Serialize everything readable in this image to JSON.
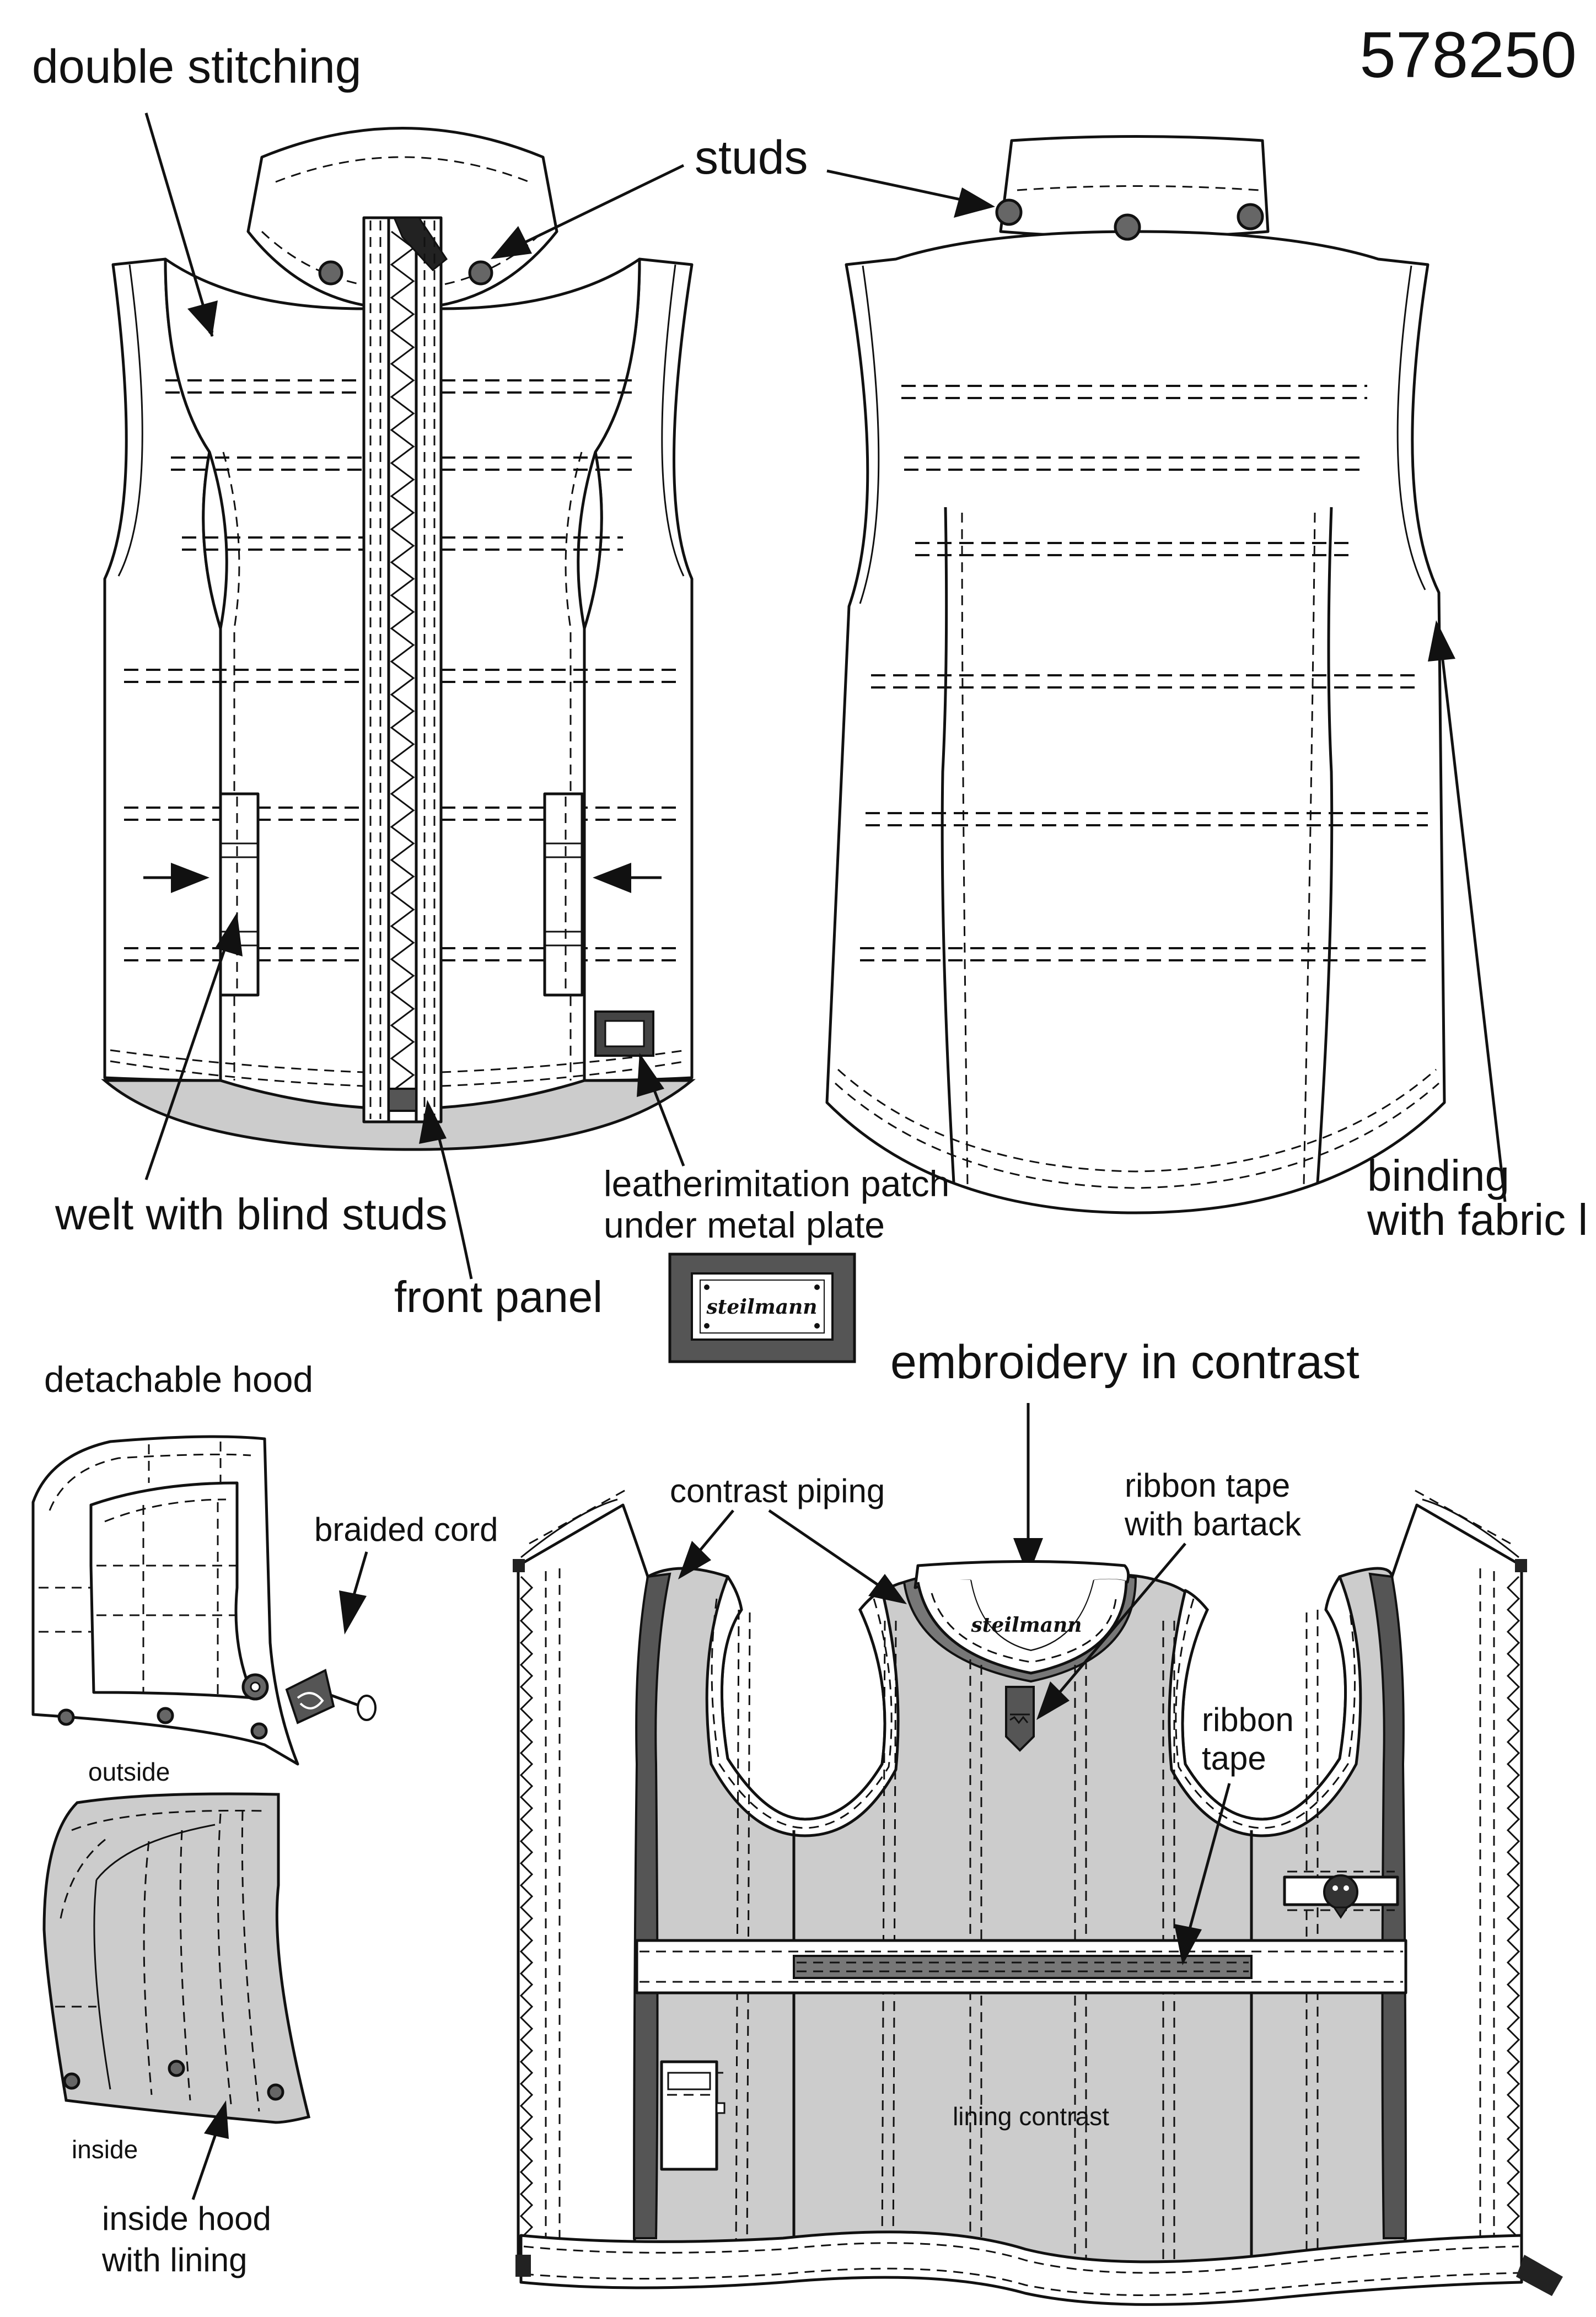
{
  "article_number": "578250",
  "labels": {
    "double_stitching": "double stitching",
    "studs": "studs",
    "welt_with_blind_studs": "welt with blind studs",
    "front_panel": "front panel",
    "patch_line1": "leatherimitation patch",
    "patch_line2": "under metal plate",
    "binding_line1": "binding",
    "binding_line2": "with fabric l",
    "detachable_hood": "detachable hood",
    "braided_cord": "braided cord",
    "outside": "outside",
    "inside": "inside",
    "inside_hood_line1": "inside hood",
    "inside_hood_line2": "with  lining",
    "embroidery_in_contrast": "embroidery in contrast",
    "contrast_piping": "contrast piping",
    "ribbon_tape_bartack_line1": "ribbon tape",
    "ribbon_tape_bartack_line2": "with bartack",
    "ribbon_tape_line1": "ribbon",
    "ribbon_tape_line2": "tape",
    "lining_contrast": "lining contrast",
    "brand": "steilmann"
  },
  "colors": {
    "outline": "#111111",
    "lining": "#cccccc",
    "piping": "#555555",
    "stud": "#666666"
  }
}
